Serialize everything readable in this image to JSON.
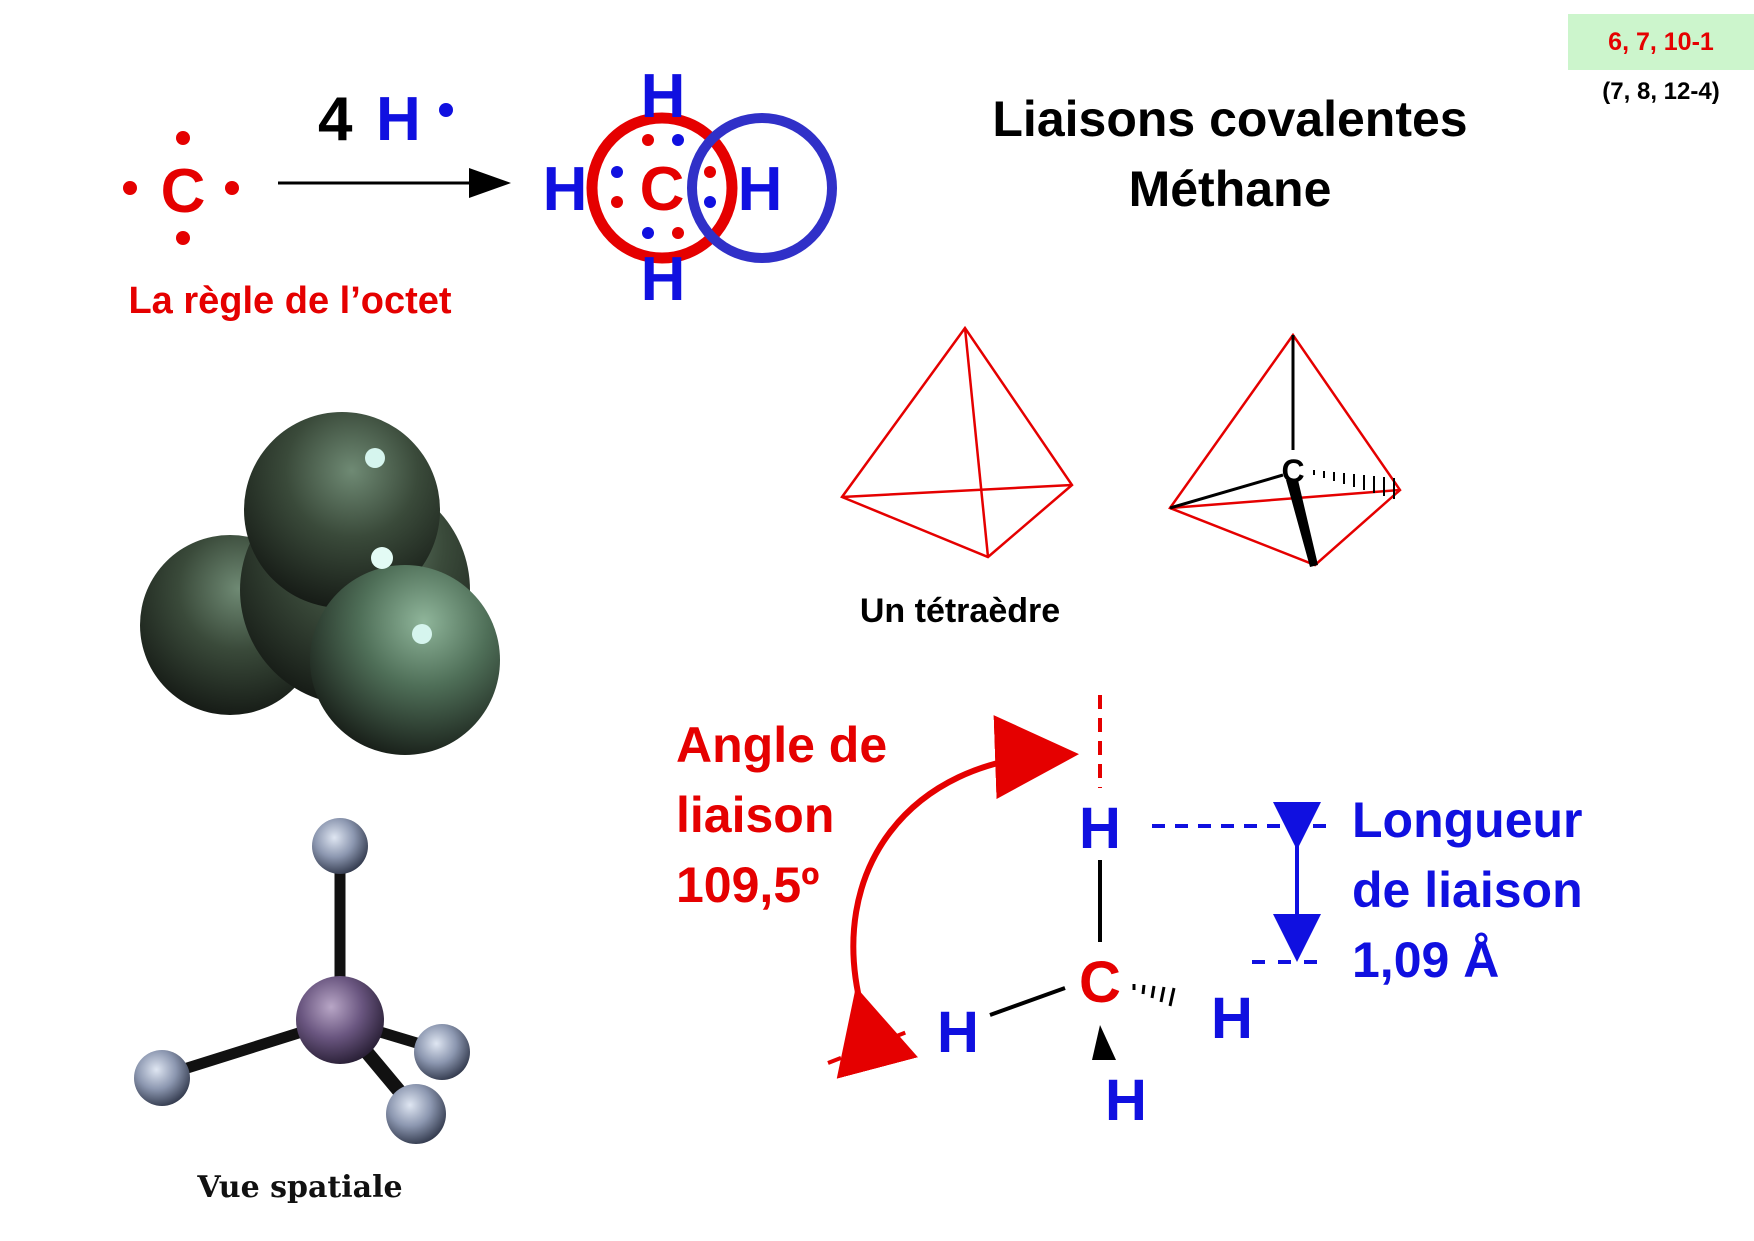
{
  "reference": {
    "primary": "6, 7, 10-1",
    "secondary": "(7, 8, 12-4)"
  },
  "title": {
    "line1": "Liaisons covalentes",
    "line2": "Méthane"
  },
  "lewis": {
    "carbon": "C",
    "reagent_count": "4",
    "hydrogen": "H",
    "octet_caption": "La règle de l’octet"
  },
  "tetrahedron": {
    "caption": "Un tétraèdre",
    "center_atom": "C"
  },
  "spatial": {
    "caption": "Vue spatiale"
  },
  "geometry": {
    "angle_line1": "Angle de",
    "angle_line2": "liaison",
    "angle_line3": "109,5º",
    "length_line1": "Longueur",
    "length_line2": "de liaison",
    "length_line3": "1,09 Å",
    "carbon": "C",
    "hydrogen": "H"
  },
  "colors": {
    "red": "#e50000",
    "blue": "#1010e0",
    "ref_bg": "#ccf5cc"
  }
}
